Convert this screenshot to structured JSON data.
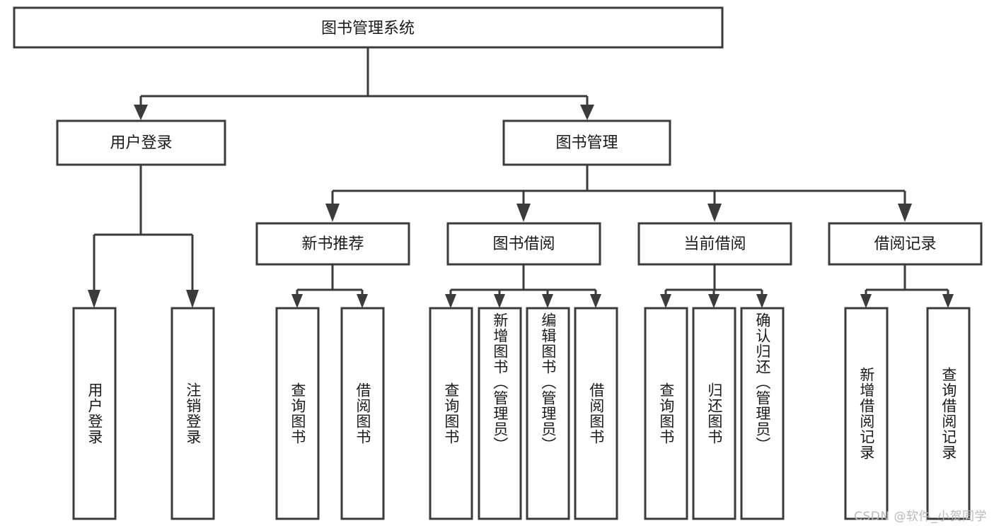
{
  "diagram": {
    "type": "tree-hierarchy",
    "title": "图书管理系统",
    "orientation": "top-down",
    "colors": {
      "box_fill": "#ffffff",
      "box_stroke": "#3b3b3b",
      "connector": "#3b3b3b",
      "text": "#1a1a1a",
      "watermark": "#b9b9b9"
    },
    "root": {
      "id": "root",
      "label": "图书管理系统",
      "orientation": "horizontal"
    },
    "level2": [
      {
        "id": "user-login",
        "label": "用户登录",
        "orientation": "horizontal"
      },
      {
        "id": "book-manage",
        "label": "图书管理",
        "orientation": "horizontal"
      }
    ],
    "level3": [
      {
        "id": "new-book-recommend",
        "label": "新书推荐",
        "orientation": "horizontal",
        "parent": "book-manage"
      },
      {
        "id": "book-borrow",
        "label": "图书借阅",
        "orientation": "horizontal",
        "parent": "book-manage"
      },
      {
        "id": "current-borrow",
        "label": "当前借阅",
        "orientation": "horizontal",
        "parent": "book-manage"
      },
      {
        "id": "borrow-record",
        "label": "借阅记录",
        "orientation": "horizontal",
        "parent": "book-manage"
      }
    ],
    "leaves": [
      {
        "id": "leaf-user-login",
        "label": "用户登录",
        "parent": "user-login",
        "orientation": "vertical"
      },
      {
        "id": "leaf-logout-login",
        "label": "注销登录",
        "parent": "user-login",
        "orientation": "vertical"
      },
      {
        "id": "leaf-query-book-1",
        "label": "查询图书",
        "parent": "new-book-recommend",
        "orientation": "vertical"
      },
      {
        "id": "leaf-borrow-book-1",
        "label": "借阅图书",
        "parent": "new-book-recommend",
        "orientation": "vertical"
      },
      {
        "id": "leaf-query-book-2",
        "label": "查询图书",
        "parent": "book-borrow",
        "orientation": "vertical"
      },
      {
        "id": "leaf-add-book",
        "label": "新增图书（管理员）",
        "parent": "book-borrow",
        "orientation": "vertical"
      },
      {
        "id": "leaf-edit-book",
        "label": "编辑图书（管理员）",
        "parent": "book-borrow",
        "orientation": "vertical"
      },
      {
        "id": "leaf-borrow-book-2",
        "label": "借阅图书",
        "parent": "book-borrow",
        "orientation": "vertical"
      },
      {
        "id": "leaf-query-book-3",
        "label": "查询图书",
        "parent": "current-borrow",
        "orientation": "vertical"
      },
      {
        "id": "leaf-return-book",
        "label": "归还图书",
        "parent": "current-borrow",
        "orientation": "vertical"
      },
      {
        "id": "leaf-confirm-return",
        "label": "确认归还（管理员）",
        "parent": "current-borrow",
        "orientation": "vertical"
      },
      {
        "id": "leaf-add-record",
        "label": "新增借阅记录",
        "parent": "borrow-record",
        "orientation": "vertical"
      },
      {
        "id": "leaf-query-record",
        "label": "查询借阅记录",
        "parent": "borrow-record",
        "orientation": "vertical"
      }
    ],
    "watermark": "CSDN @软件_小贺同学"
  }
}
